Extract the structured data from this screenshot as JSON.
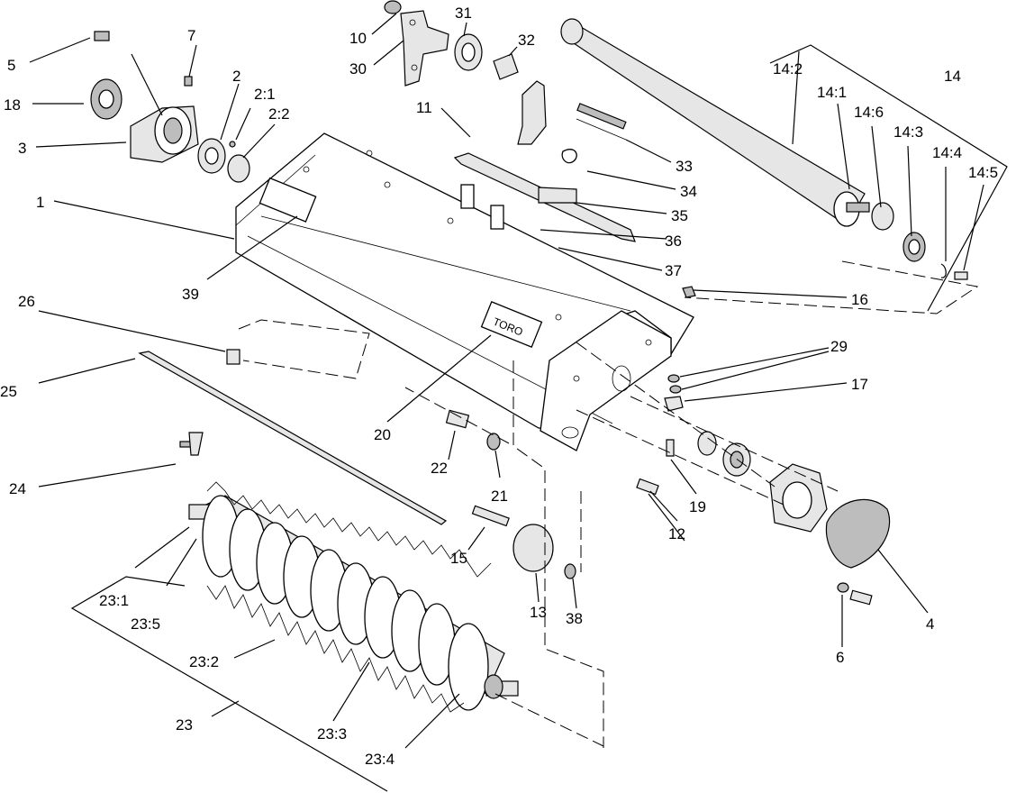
{
  "diagram": {
    "housing_label": "TORO",
    "callouts": {
      "c1": "1",
      "c2": "2",
      "c2_1": "2:1",
      "c2_2": "2:2",
      "c3": "3",
      "c4": "4",
      "c5": "5",
      "c6": "6",
      "c7": "7",
      "c10": "10",
      "c11": "11",
      "c12": "12",
      "c13": "13",
      "c14": "14",
      "c14_1": "14:1",
      "c14_2": "14:2",
      "c14_3": "14:3",
      "c14_4": "14:4",
      "c14_5": "14:5",
      "c14_6": "14:6",
      "c15": "15",
      "c16": "16",
      "c17": "17",
      "c18": "18",
      "c19": "19",
      "c20": "20",
      "c21": "21",
      "c22": "22",
      "c23": "23",
      "c23_1": "23:1",
      "c23_2": "23:2",
      "c23_3": "23:3",
      "c23_4": "23:4",
      "c23_5": "23:5",
      "c24": "24",
      "c25": "25",
      "c26": "26",
      "c29": "29",
      "c30": "30",
      "c31": "31",
      "c32": "32",
      "c33": "33",
      "c34": "34",
      "c35": "35",
      "c36": "36",
      "c37": "37",
      "c38": "38",
      "c39": "39"
    }
  }
}
